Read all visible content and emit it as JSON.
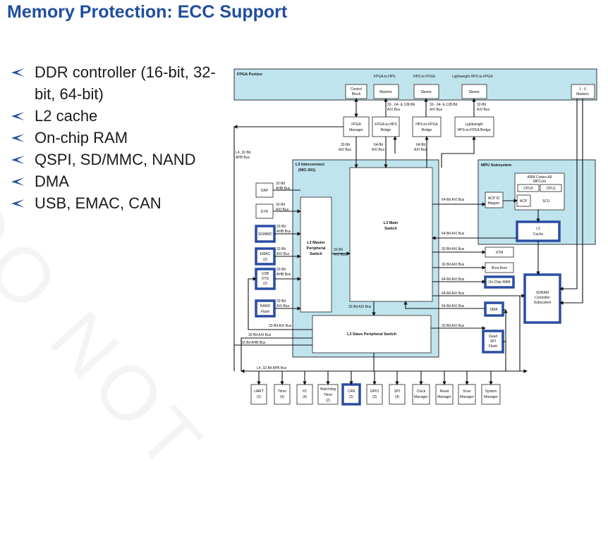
{
  "title": "Memory Protection: ECC Support",
  "bullets": [
    "DDR controller (16-bit, 32-bit, 64-bit)",
    "L2 cache",
    "On-chip RAM",
    "QSPI, SD/MMC, NAND",
    "DMA",
    "USB, EMAC, CAN"
  ],
  "watermark": "DO NOT",
  "colors": {
    "title": "#1f4e9e",
    "region_fill": "#bfe4ee",
    "ecc_highlight": "#2a4da3"
  },
  "diagram": {
    "fpga_portion": "FPGA Portion",
    "fpga_to_hps": "FPGA to HPS",
    "hps_to_fpga": "HPS to FPGA",
    "lw_hps_to_fpga": "Lightweight HPS to FPGA",
    "control_block": [
      "Control",
      "Block"
    ],
    "masters": "Masters",
    "slaves": "Slaves",
    "one_to_six": [
      "1 - 6",
      "Masters"
    ],
    "bus_32_64_128": [
      "32-, 64- & 128-Bit",
      "AXI Bus"
    ],
    "bus_32_axi": [
      "32-Bit",
      "AXI Bus"
    ],
    "bus_64_axi": [
      "64-Bit",
      "AXI Bus"
    ],
    "fpga_manager": [
      "FPGA",
      "Manager"
    ],
    "f2h_bridge": [
      "FPGA-to-HPS",
      "Bridge"
    ],
    "h2f_bridge": [
      "HPS-to-FPGA",
      "Bridge"
    ],
    "lw_bridge": [
      "Lightweight",
      "HPS-to-FPGA Bridge"
    ],
    "l4_apb_left": [
      "L4, 32-Bit",
      "APB Bus"
    ],
    "l3_interconnect": [
      "L3 Interconnect",
      "(NIC-301)"
    ],
    "mpu_subsystem": "MPU Subsystem",
    "arm_core": [
      "ARM Cortex-A9",
      "MPCore"
    ],
    "cpu0": "CPU0",
    "cpu1": "CPU1",
    "scu": "SCU",
    "acp": "ACP",
    "acp_id_mapper": [
      "ACP ID",
      "Mapper"
    ],
    "l2_cache": [
      "L2",
      "Cache"
    ],
    "dap": "DAP",
    "etr": "ETR",
    "sd_mmc": "SD/MMC",
    "emac": [
      "EMAC",
      "(2)"
    ],
    "usb_otg": [
      "USB",
      "OTG",
      "(2)"
    ],
    "nand_flash": [
      "NAND",
      "Flash"
    ],
    "bus_32_ahb": [
      "32-Bit",
      "AHB Bus"
    ],
    "l3_master_switch": [
      "L3 Master",
      "Peripheral",
      "Switch"
    ],
    "l3_main_switch": [
      "L3 Main",
      "Switch"
    ],
    "l3_slave_switch": "L3 Slave Peripheral Switch",
    "bus_32_axi_inline": "32-Bit AXI Bus",
    "bus_64_axi_inline": "64-Bit AXI Bus",
    "bus_32_ahb_inline": "32-Bit AHB Bus",
    "stm": "STM",
    "boot_rom": "Boot Rom",
    "on_chip_ram": "On-Chip RAM",
    "dma": "DMA",
    "quad_spi": [
      "Quad",
      "SPI",
      "Flash"
    ],
    "sdram": [
      "SDRAM",
      "Controller",
      "Subsystem"
    ],
    "l4_apb_bottom": "L4, 32-Bit APB Bus",
    "uart": [
      "UART",
      "(2)"
    ],
    "timer": [
      "Timer",
      "(4)"
    ],
    "i2c": [
      "I²C",
      "(4)"
    ],
    "watchdog": [
      "Watchdog",
      "Timer",
      "(2)"
    ],
    "can": [
      "CAN",
      "(2)"
    ],
    "gpio": [
      "GPIO",
      "(3)"
    ],
    "spi": [
      "SPI",
      "(4)"
    ],
    "clock_mgr": [
      "Clock",
      "Manager"
    ],
    "reset_mgr": [
      "Reset",
      "Manager"
    ],
    "scan_mgr": [
      "Scan",
      "Manager"
    ],
    "system_mgr": [
      "System",
      "Manager"
    ]
  }
}
